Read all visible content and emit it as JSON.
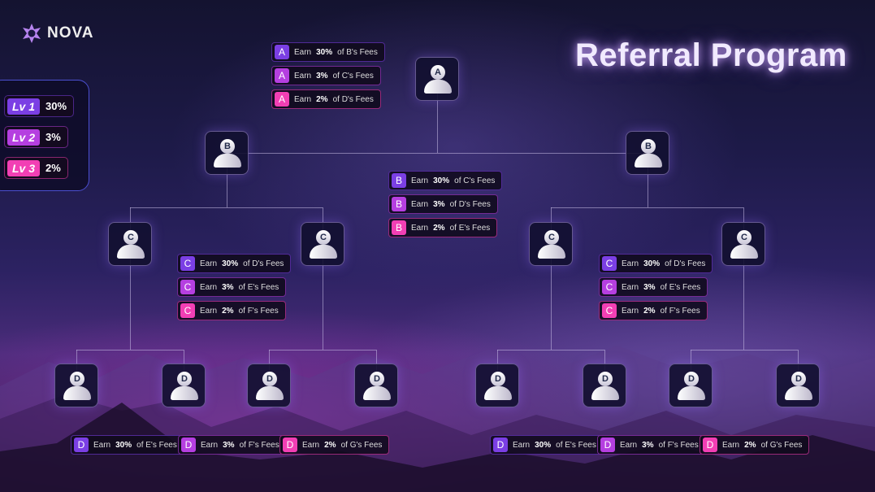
{
  "brand": {
    "name": "NOVA"
  },
  "title": "Referral Program",
  "colors": {
    "lv1": "#7b3fe4",
    "lv2": "#b53fe0",
    "lv3": "#f23fb4"
  },
  "levels": [
    {
      "label": "Lv 1",
      "value": "30%"
    },
    {
      "label": "Lv 2",
      "value": "3%"
    },
    {
      "label": "Lv 3",
      "value": "2%"
    }
  ],
  "nodes": {
    "A": [
      "A"
    ],
    "B": [
      "B",
      "B"
    ],
    "C": [
      "C",
      "C",
      "C",
      "C"
    ],
    "D": [
      "D",
      "D",
      "D",
      "D",
      "D",
      "D",
      "D",
      "D"
    ]
  },
  "label_groups": [
    {
      "letter": "A",
      "rows": [
        {
          "pre": "Earn",
          "pct": "30%",
          "post": "of B's Fees"
        },
        {
          "pre": "Earn",
          "pct": "3%",
          "post": "of C's Fees"
        },
        {
          "pre": "Earn",
          "pct": "2%",
          "post": "of D's Fees"
        }
      ]
    },
    {
      "letter": "B",
      "rows": [
        {
          "pre": "Earn",
          "pct": "30%",
          "post": "of C's Fees"
        },
        {
          "pre": "Earn",
          "pct": "3%",
          "post": "of D's Fees"
        },
        {
          "pre": "Earn",
          "pct": "2%",
          "post": "of E's Fees"
        }
      ]
    },
    {
      "letter": "C",
      "rows": [
        {
          "pre": "Earn",
          "pct": "30%",
          "post": "of D's Fees"
        },
        {
          "pre": "Earn",
          "pct": "3%",
          "post": "of E's Fees"
        },
        {
          "pre": "Earn",
          "pct": "2%",
          "post": "of F's Fees"
        }
      ]
    },
    {
      "letter": "C",
      "rows": [
        {
          "pre": "Earn",
          "pct": "30%",
          "post": "of D's Fees"
        },
        {
          "pre": "Earn",
          "pct": "3%",
          "post": "of E's Fees"
        },
        {
          "pre": "Earn",
          "pct": "2%",
          "post": "of F's Fees"
        }
      ]
    },
    {
      "letter": "D",
      "rows": [
        {
          "pre": "Earn",
          "pct": "30%",
          "post": "of E's Fees"
        },
        {
          "pre": "Earn",
          "pct": "3%",
          "post": "of F's Fees"
        },
        {
          "pre": "Earn",
          "pct": "2%",
          "post": "of G's Fees"
        }
      ]
    },
    {
      "letter": "D",
      "rows": [
        {
          "pre": "Earn",
          "pct": "30%",
          "post": "of E's Fees"
        },
        {
          "pre": "Earn",
          "pct": "3%",
          "post": "of F's Fees"
        },
        {
          "pre": "Earn",
          "pct": "2%",
          "post": "of G's Fees"
        }
      ]
    }
  ]
}
